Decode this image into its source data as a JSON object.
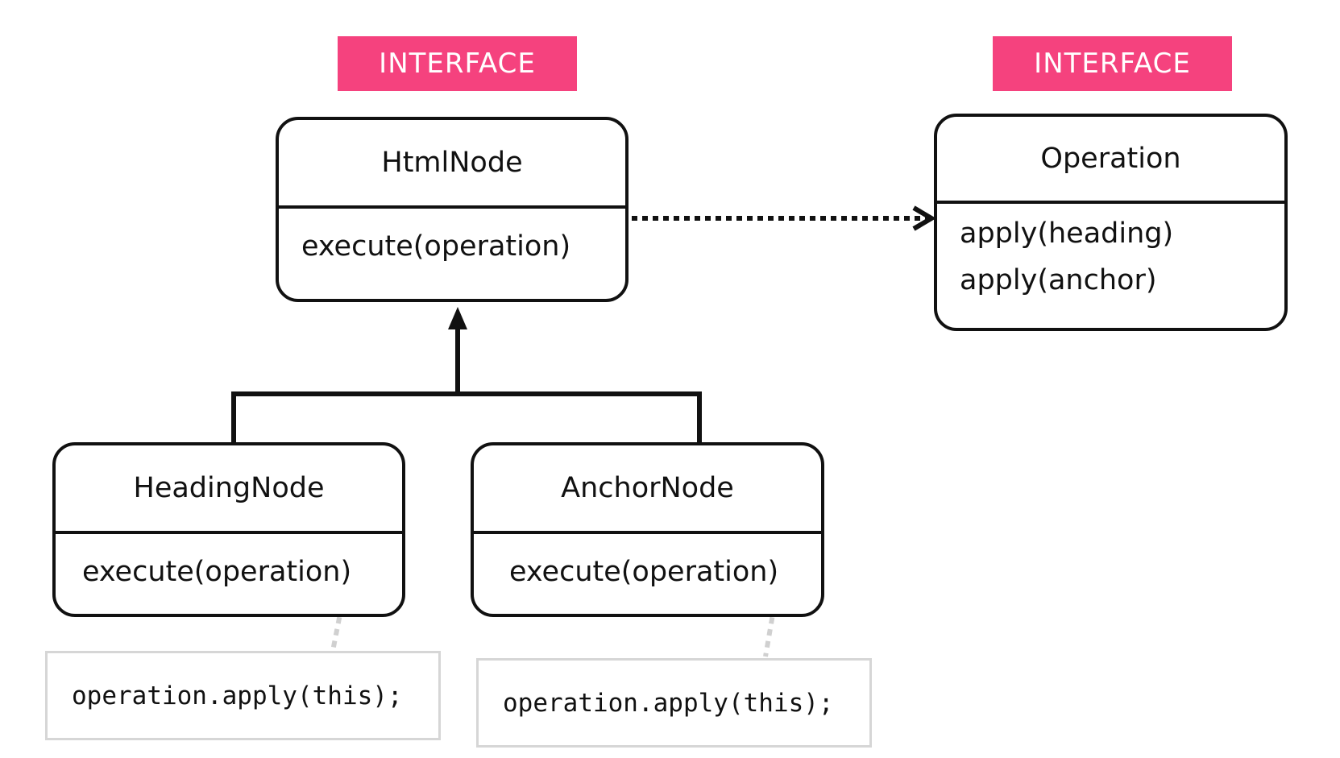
{
  "colors": {
    "badge_bg": "#f5427e",
    "line": "#111111",
    "note_border": "#d6d6d6",
    "note_connector": "#d0d0d0"
  },
  "badges": [
    {
      "label": "INTERFACE"
    },
    {
      "label": "INTERFACE"
    }
  ],
  "classes": {
    "html_node": {
      "name": "HtmlNode",
      "methods": [
        "execute(operation)"
      ]
    },
    "operation": {
      "name": "Operation",
      "methods": [
        "apply(heading)",
        "apply(anchor)"
      ]
    },
    "heading_node": {
      "name": "HeadingNode",
      "methods": [
        "execute(operation)"
      ]
    },
    "anchor_node": {
      "name": "AnchorNode",
      "methods": [
        "execute(operation)"
      ]
    }
  },
  "notes": {
    "heading_note": "operation.apply(this);",
    "anchor_note": "operation.apply(this);"
  },
  "relations": [
    {
      "type": "dependency",
      "from": "HtmlNode",
      "to": "Operation"
    },
    {
      "type": "realization",
      "from": "HeadingNode",
      "to": "HtmlNode"
    },
    {
      "type": "realization",
      "from": "AnchorNode",
      "to": "HtmlNode"
    }
  ]
}
